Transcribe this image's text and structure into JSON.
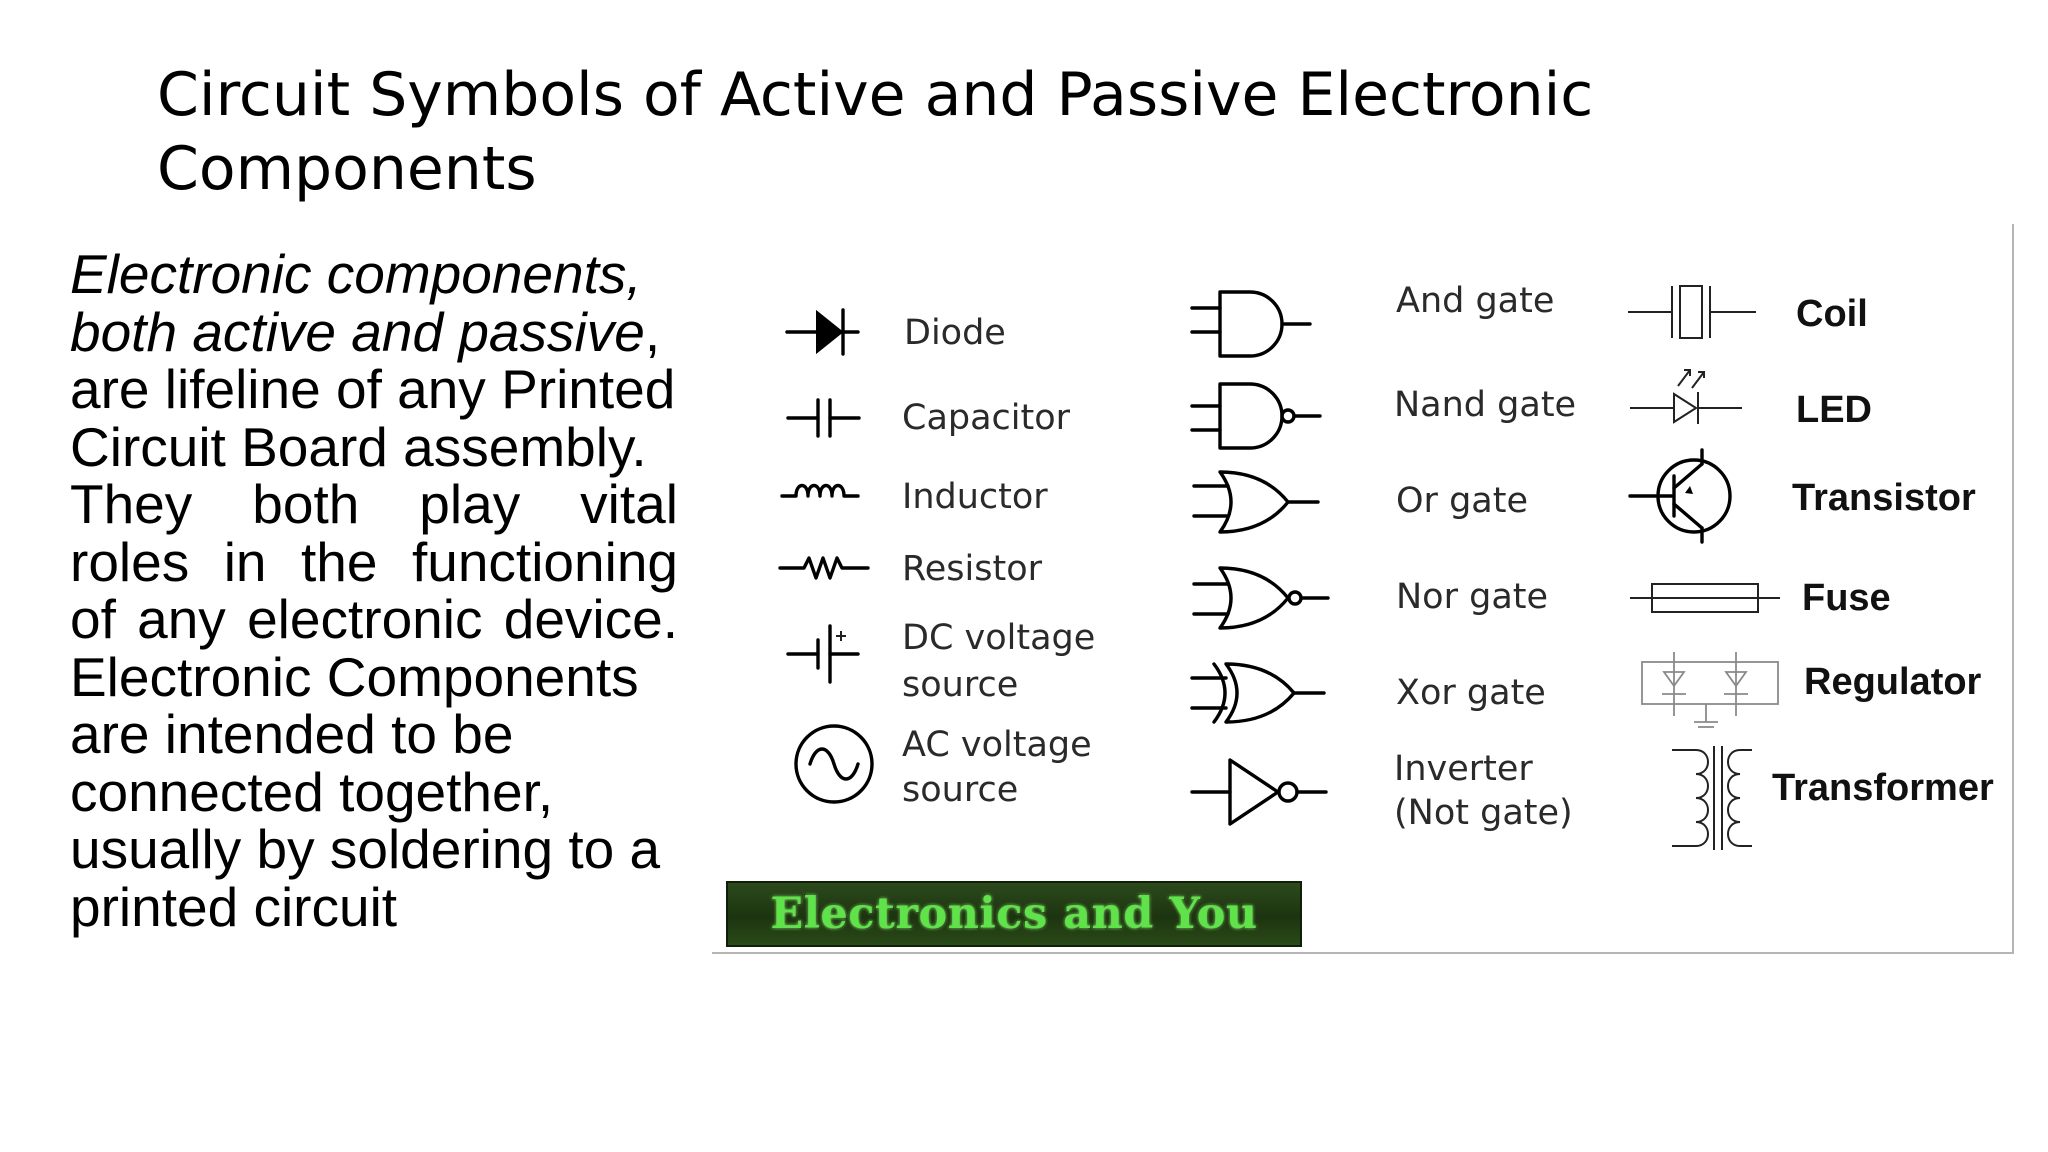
{
  "slide": {
    "title_line1": "Circuit Symbols of Active and Passive Electronic",
    "title_line2": "Components"
  },
  "body": {
    "p1_italic": "Electronic components, both active and passive",
    "p1_rest": ", are lifeline of any Printed Circuit Board assembly.",
    "p2": "They both play vital roles in the functioning of any electronic device.",
    "p3": "Electronic Components are intended to be connected together, usually by soldering to a printed circuit"
  },
  "figure": {
    "col1": {
      "diode": "Diode",
      "capacitor": "Capacitor",
      "inductor": "Inductor",
      "resistor": "Resistor",
      "dc_line1": "DC voltage",
      "dc_line2": "source",
      "ac_line1": "AC voltage",
      "ac_line2": "source"
    },
    "col2": {
      "and_gate": "And gate",
      "nand_gate": "Nand gate",
      "or_gate": "Or gate",
      "nor_gate": "Nor gate",
      "xor_gate": "Xor gate",
      "inverter_line1": "Inverter",
      "inverter_line2": "(Not gate)"
    },
    "col3": {
      "coil": "Coil",
      "led": "LED",
      "transistor": "Transistor",
      "fuse": "Fuse",
      "regulator": "Regulator",
      "transformer": "Transformer"
    },
    "logo_text": "Electronics and You",
    "colors": {
      "logo_green": "#5fe24a",
      "logo_bg": "#1c3410"
    }
  }
}
